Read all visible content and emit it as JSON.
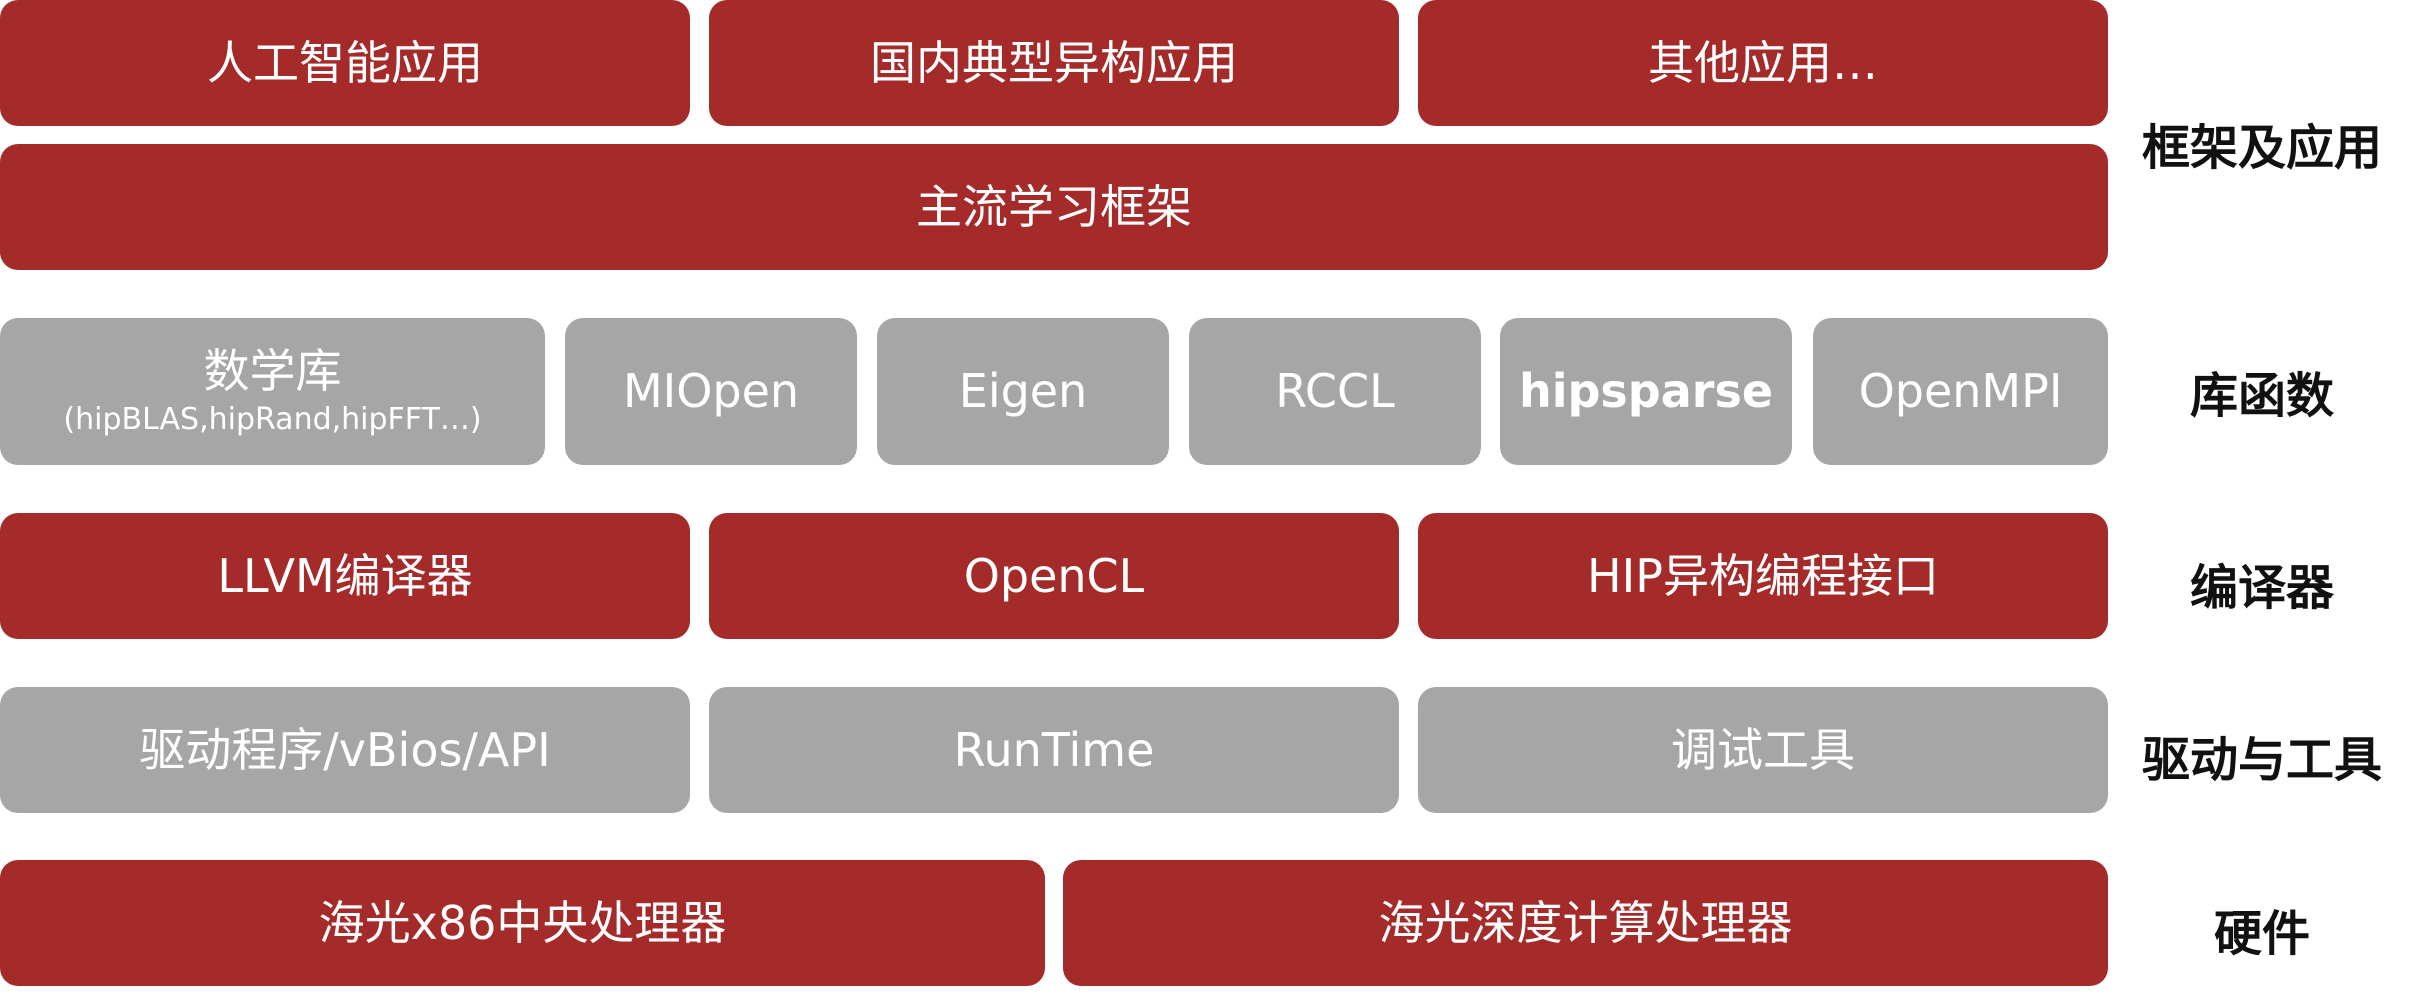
{
  "colors": {
    "red": "#a52a2a",
    "gray": "#a6a6a6",
    "text_on_box": "#ffffff",
    "label": "#111111"
  },
  "framework_layer": {
    "label": "框架及应用",
    "apps": [
      {
        "text": "人工智能应用"
      },
      {
        "text": "国内典型异构应用"
      },
      {
        "text": "其他应用…"
      }
    ],
    "frameworks": {
      "text": "主流学习框架"
    }
  },
  "library_layer": {
    "label": "库函数",
    "items": [
      {
        "text": "数学库",
        "sub": "(hipBLAS,hipRand,hipFFT…)"
      },
      {
        "text": "MIOpen"
      },
      {
        "text": "Eigen"
      },
      {
        "text": "RCCL"
      },
      {
        "text": "hipsparse"
      },
      {
        "text": "OpenMPI"
      }
    ]
  },
  "compiler_layer": {
    "label": "编译器",
    "items": [
      {
        "text": "LLVM编译器"
      },
      {
        "text": "OpenCL"
      },
      {
        "text": "HIP异构编程接口"
      }
    ]
  },
  "driver_layer": {
    "label": "驱动与工具",
    "items": [
      {
        "text": "驱动程序/vBios/API"
      },
      {
        "text": "RunTime"
      },
      {
        "text": "调试工具"
      }
    ]
  },
  "hardware_layer": {
    "label": "硬件",
    "items": [
      {
        "text": "海光x86中央处理器"
      },
      {
        "text": "海光深度计算处理器"
      }
    ]
  }
}
